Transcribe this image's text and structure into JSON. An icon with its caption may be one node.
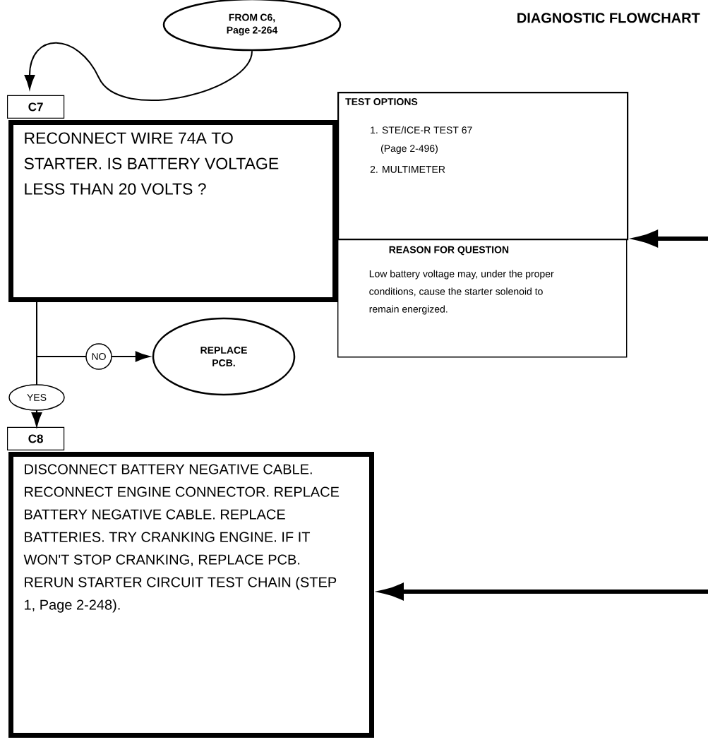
{
  "diagram": {
    "title": "DIAGNOSTIC FLOWCHART",
    "nodes": [
      {
        "text": [
          "FROM C6, Page 2-264"
        ]
      },
      {
        "text": [
          "C7",
          "RECONNECT WIRE 74A TO STARTER. IS BATTERY VOLTAGE LESS THAN 20 VOLTS ?"
        ]
      },
      {
        "text": [
          "TEST OPTIONS",
          "1. STE/ICE-R TEST 67 (Page 2-496)",
          "2. MULTIMETER"
        ]
      },
      {
        "text": [
          "REASON FOR QUESTION",
          "Low battery voltage may, under the proper conditions, cause the starter solenoid to remain energized."
        ]
      },
      {
        "text": [
          "REPLACE PCB."
        ]
      },
      {
        "text": [
          "C8",
          "DISCONNECT BATTERY NEGATIVE CABLE. RECONNECT ENGINE CONNECTOR. REPLACE BATTERY NEGATIVE CABLE. REPLACE BATTERIES. TRY CRANKING ENGINE. IF IT WON'T STOP CRANKING, REPLACE PCB. RERUN STARTER CIRCUIT TEST CHAIN (STEP 1, Page 2-248)."
        ]
      }
    ],
    "edges": [
      {
        "from": 0,
        "to": 1,
        "arrow": "to"
      },
      {
        "from": 1,
        "to": 4,
        "arrow": "to",
        "label": "NO"
      },
      {
        "from": 1,
        "to": 5,
        "arrow": "to",
        "label": "YES"
      },
      {
        "from": null,
        "to": 2,
        "arrow": "to",
        "style": "thick"
      },
      {
        "from": null,
        "to": 5,
        "arrow": "to",
        "style": "thick"
      }
    ]
  }
}
